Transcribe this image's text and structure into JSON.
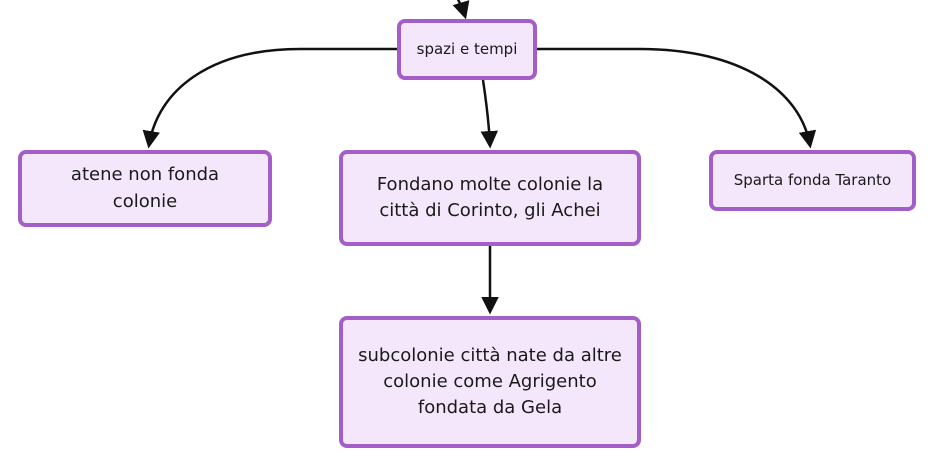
{
  "diagram": {
    "root": {
      "label": "spazi e tempi"
    },
    "atene": {
      "label": "atene non fonda colonie"
    },
    "fondano": {
      "label": "Fondano molte colonie la città di Corinto, gli Achei"
    },
    "sparta": {
      "label": "Sparta fonda Taranto"
    },
    "subcolonie": {
      "label": "subcolonie città nate da altre colonie come Agrigento fondata da Gela"
    }
  },
  "colors": {
    "node_fill": "#f4e6fb",
    "node_border": "#a45ec8",
    "edge": "#111111",
    "text": "#1a1a1a"
  }
}
